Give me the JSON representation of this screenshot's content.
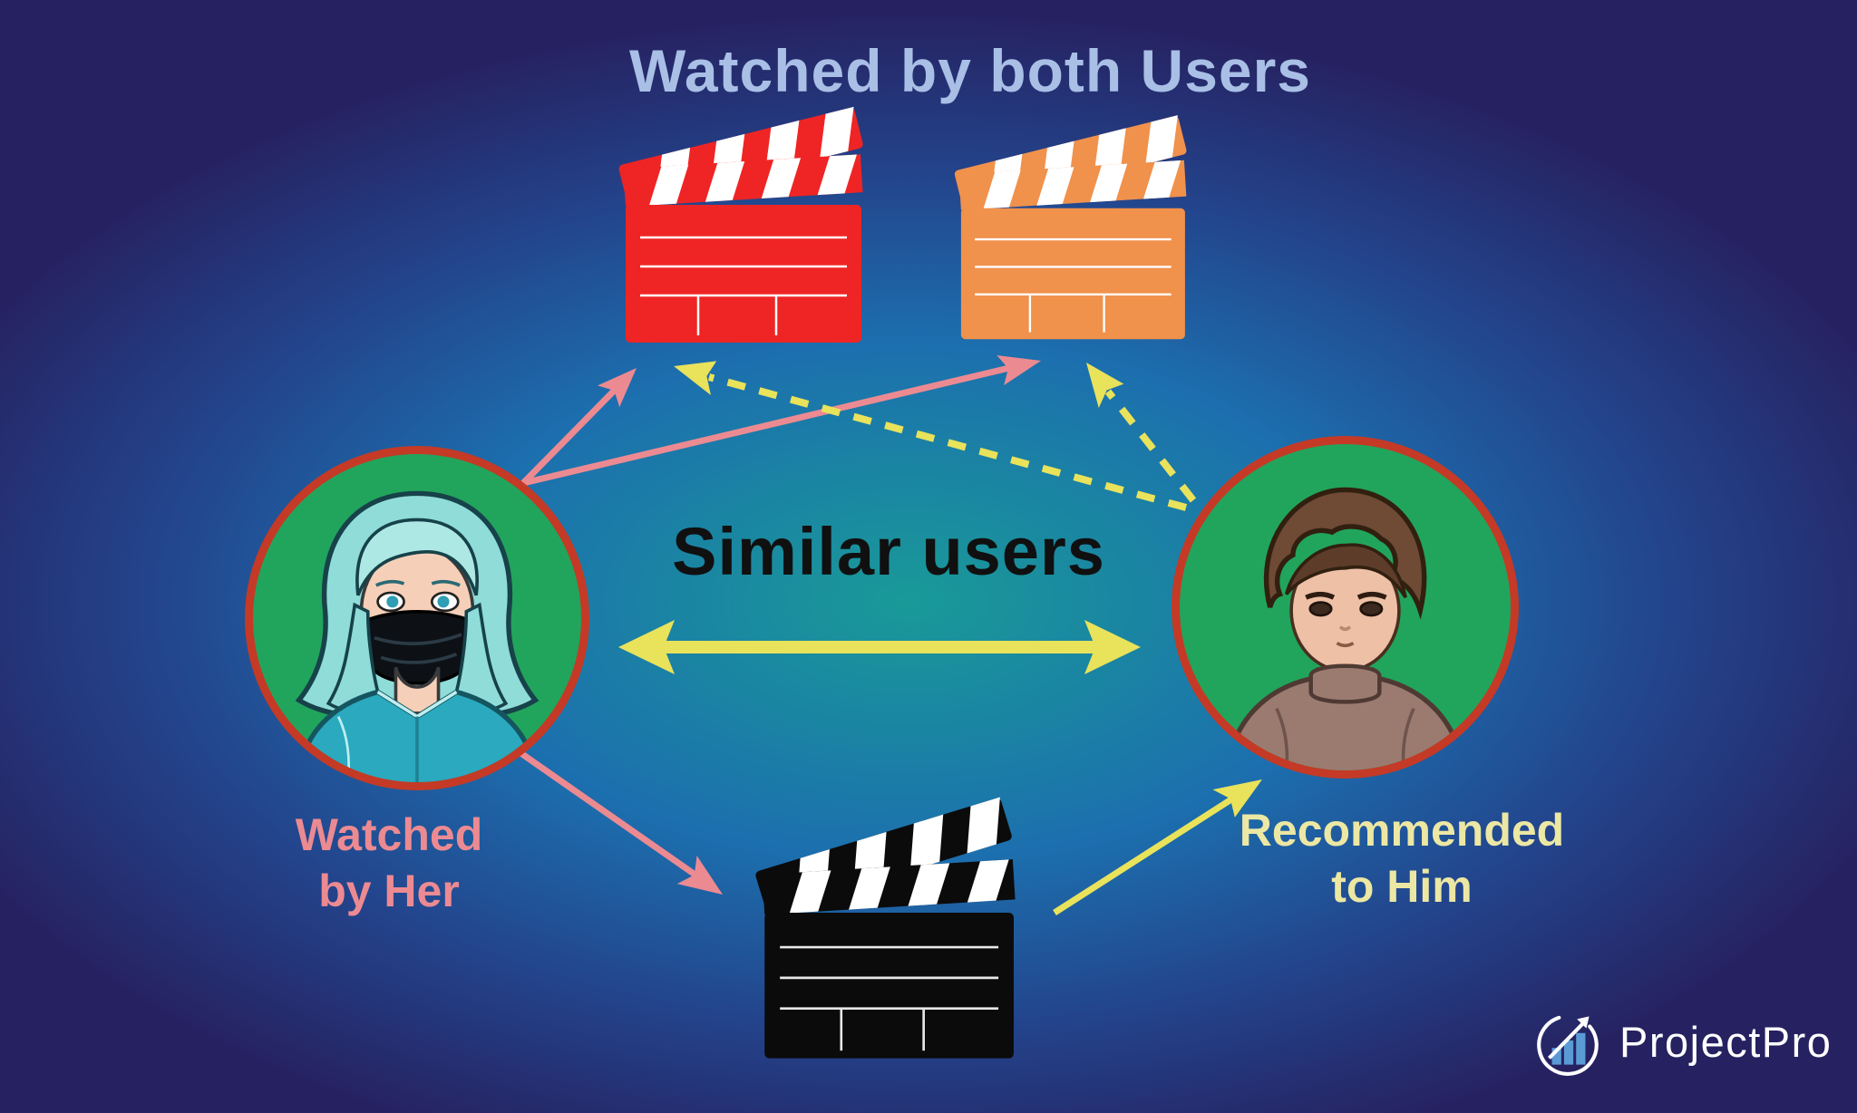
{
  "title": "Watched by both Users",
  "center_label": "Similar users",
  "labels": {
    "left": {
      "line1": "Watched",
      "line2": "by Her"
    },
    "right": {
      "line1": "Recommended",
      "line2": "to Him"
    }
  },
  "logo": {
    "text": "ProjectPro"
  },
  "icons": {
    "movie_red": "red-clapperboard-icon",
    "movie_orange": "orange-clapperboard-icon",
    "movie_black": "black-clapperboard-icon",
    "user_left": "female-user-avatar",
    "user_right": "male-user-avatar"
  },
  "colors": {
    "bg-center": "#199a98",
    "bg-mid": "#1c6fae",
    "bg-outer": "#262160",
    "title-text": "#a9bfe6",
    "black-text": "#101010",
    "pink": "#ec8a92",
    "yellow": "#e9e25b",
    "pale-yellow-text": "#ece7a3",
    "clap-red": "#ee2524",
    "clap-orange": "#f0914c",
    "clap-black": "#0b0b0b",
    "avatar-bg": "#21a55c",
    "avatar-border": "#c43a26",
    "logo-blue": "#5b9bd5",
    "logo-white": "#ffffff"
  }
}
